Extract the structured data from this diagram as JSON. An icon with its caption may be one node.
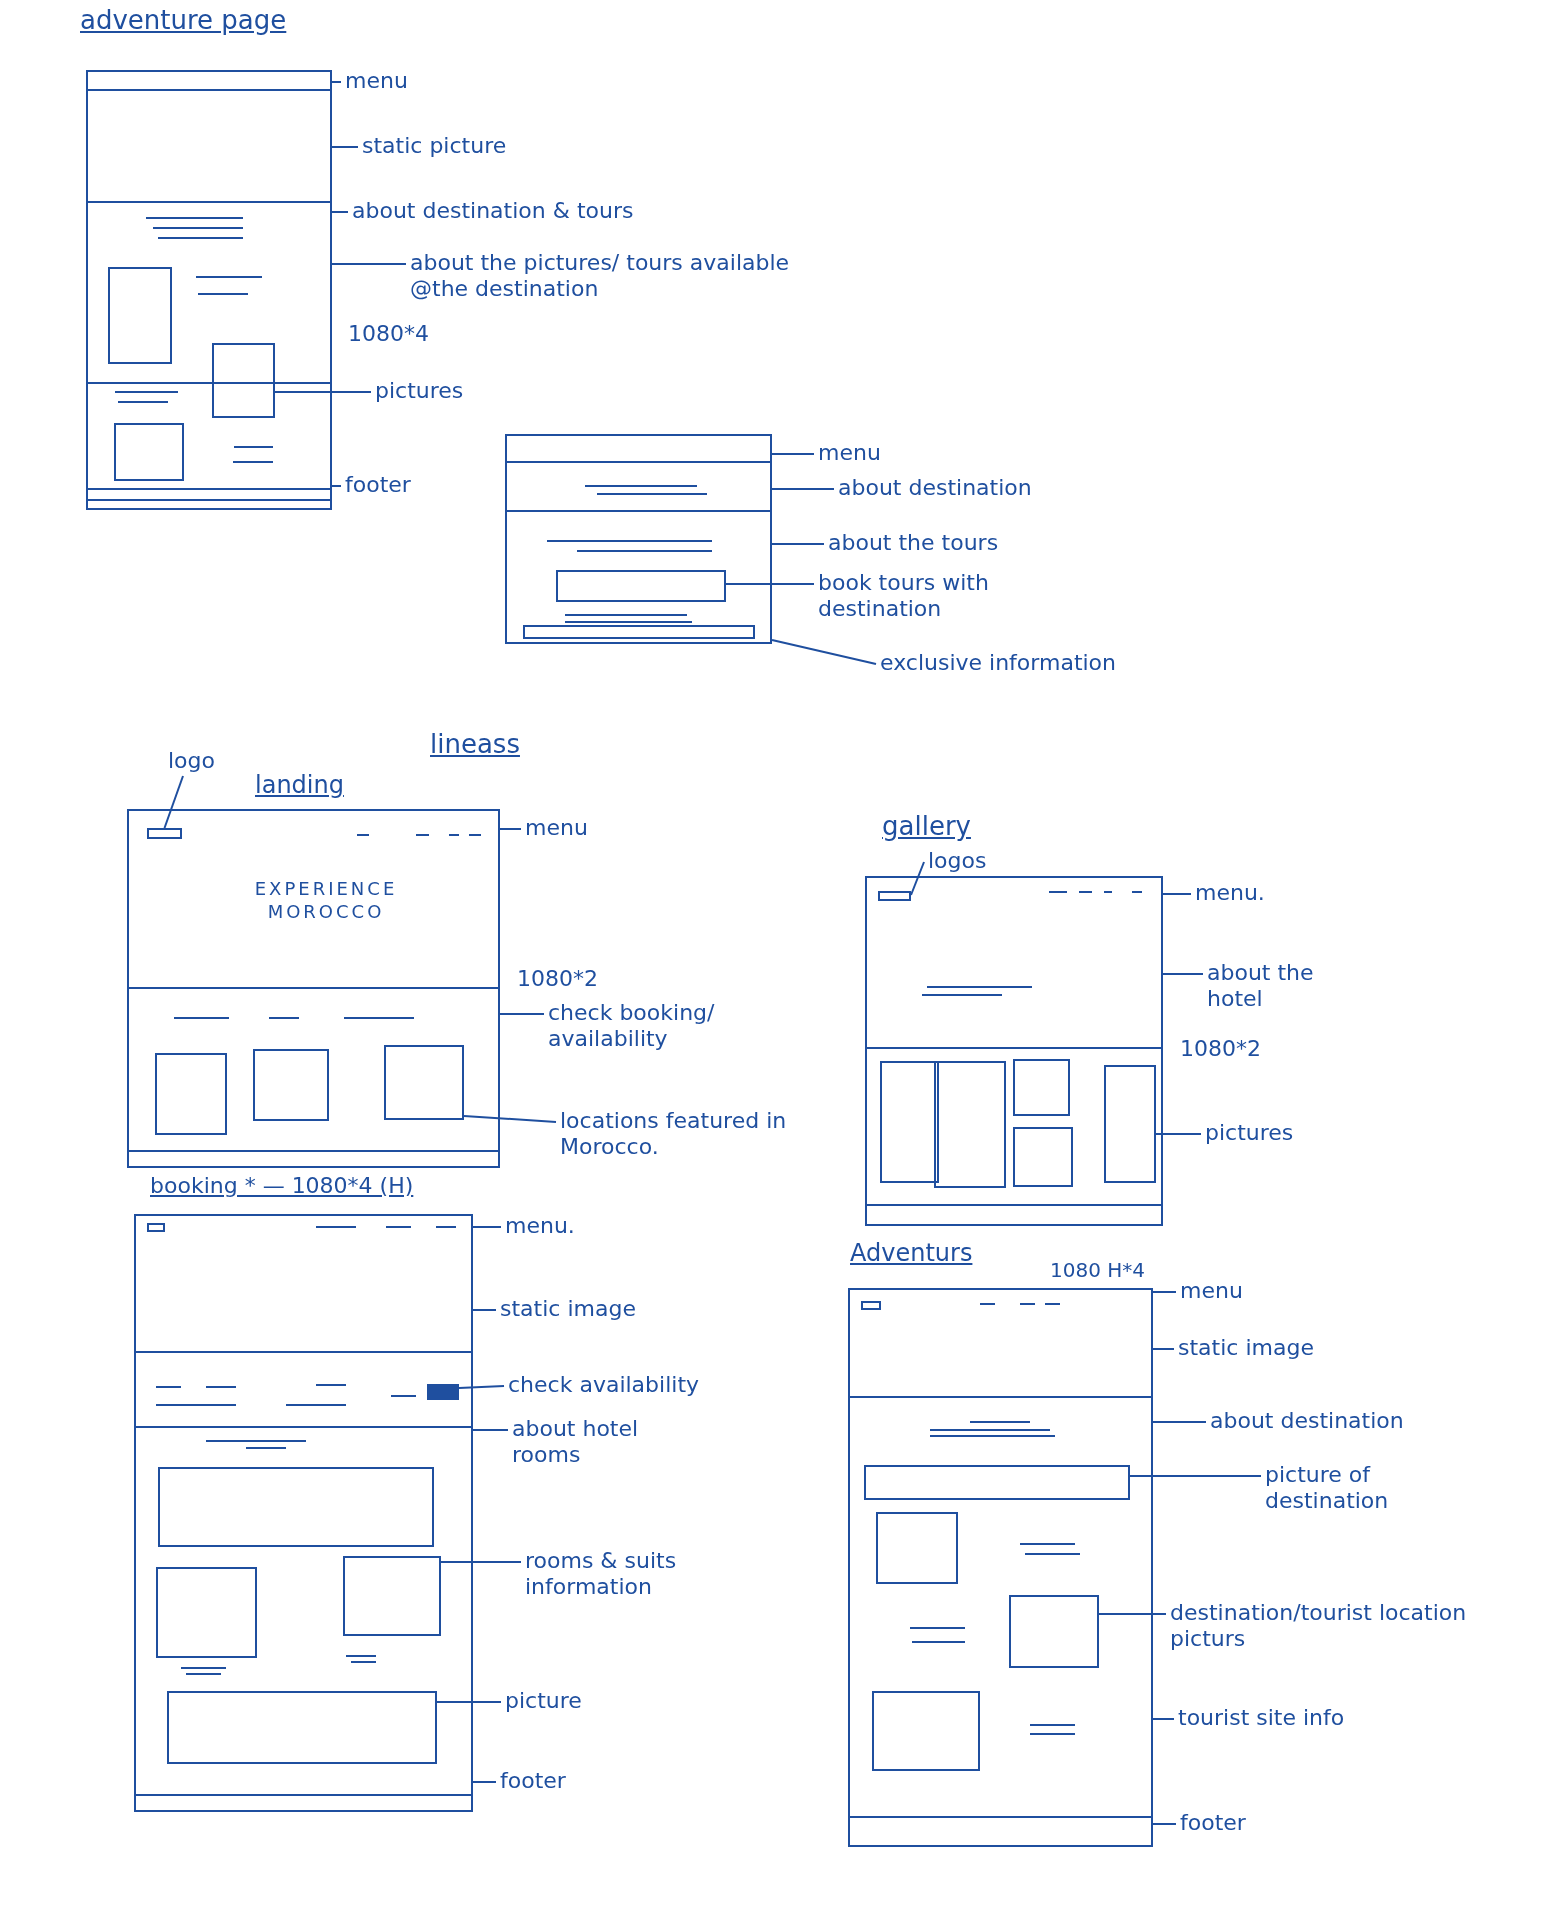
{
  "diagram": {
    "nodes": [
      {
        "text": [],
        "shape": "box"
      },
      {
        "text": [
          "menu"
        ]
      },
      {
        "text": [
          "static picture"
        ]
      },
      {
        "text": [
          "about destination & tours"
        ]
      },
      {
        "text": [
          "about the pictures/ tours available @the destination"
        ]
      },
      {
        "text": [],
        "shape": "box",
        "in": 0
      },
      {
        "text": [
          "pictures"
        ]
      },
      {
        "text": [
          "footer"
        ]
      },
      {
        "text": [],
        "shape": "box"
      },
      {
        "text": [],
        "shape": "box",
        "in": 8
      },
      {
        "text": [
          "menu"
        ]
      },
      {
        "text": [
          "about destination"
        ]
      },
      {
        "text": [
          "about the tours"
        ]
      },
      {
        "text": [
          "book tours with destination"
        ]
      },
      {
        "text": [
          "exclusive information"
        ]
      },
      {
        "text": [
          "logo"
        ]
      },
      {
        "text": [],
        "shape": "box"
      },
      {
        "text": [],
        "shape": "box",
        "in": 16
      },
      {
        "text": [],
        "shape": "box",
        "in": 16
      },
      {
        "text": [
          "menu"
        ]
      },
      {
        "text": [
          "check booking/ availability"
        ]
      },
      {
        "text": [
          "locations featured in Morocco."
        ]
      },
      {
        "text": [
          "logos"
        ]
      },
      {
        "text": [],
        "shape": "box"
      },
      {
        "text": [],
        "shape": "box",
        "in": 23
      },
      {
        "text": [],
        "shape": "box",
        "in": 23
      },
      {
        "text": [
          "menu."
        ]
      },
      {
        "text": [
          "about the hotel"
        ]
      },
      {
        "text": [
          "pictures"
        ]
      },
      {
        "text": [],
        "shape": "box"
      },
      {
        "text": [],
        "shape": "box",
        "in": 29
      },
      {
        "text": [],
        "shape": "box",
        "in": 29
      },
      {
        "text": [],
        "shape": "box",
        "in": 29
      },
      {
        "text": [
          "menu."
        ]
      },
      {
        "text": [
          "static image"
        ]
      },
      {
        "text": [
          "check availability"
        ]
      },
      {
        "text": [
          "about hotel rooms"
        ]
      },
      {
        "text": [
          "rooms & suits information"
        ]
      },
      {
        "text": [
          "picture"
        ]
      },
      {
        "text": [
          "footer"
        ]
      },
      {
        "text": [],
        "shape": "box"
      },
      {
        "text": [],
        "shape": "box",
        "in": 40
      },
      {
        "text": [],
        "shape": "box",
        "in": 40
      },
      {
        "text": [
          "menu"
        ]
      },
      {
        "text": [
          "static image"
        ]
      },
      {
        "text": [
          "about destination"
        ]
      },
      {
        "text": [
          "picture of destination"
        ]
      },
      {
        "text": [
          "destination/tourist location picturs"
        ]
      },
      {
        "text": [
          "tourist site info"
        ]
      },
      {
        "text": [
          "footer"
        ]
      }
    ],
    "edges": [
      {
        "from": 1,
        "to": 0,
        "arrow": "none"
      },
      {
        "from": 2,
        "to": 0,
        "arrow": "none"
      },
      {
        "from": 3,
        "to": 0,
        "arrow": "none"
      },
      {
        "from": 4,
        "to": 0,
        "arrow": "none"
      },
      {
        "from": 6,
        "to": 5,
        "arrow": "none"
      },
      {
        "from": 7,
        "to": 0,
        "arrow": "none"
      },
      {
        "from": 10,
        "to": 8,
        "arrow": "none"
      },
      {
        "from": 11,
        "to": 8,
        "arrow": "none"
      },
      {
        "from": 12,
        "to": 8,
        "arrow": "none"
      },
      {
        "from": 13,
        "to": 9,
        "arrow": "none"
      },
      {
        "from": 14,
        "to": 8,
        "arrow": "none"
      },
      {
        "from": 15,
        "to": 17,
        "arrow": "none"
      },
      {
        "from": 19,
        "to": 16,
        "arrow": "none"
      },
      {
        "from": 20,
        "to": 16,
        "arrow": "none"
      },
      {
        "from": 21,
        "to": 18,
        "arrow": "none"
      },
      {
        "from": 22,
        "to": 24,
        "arrow": "none"
      },
      {
        "from": 26,
        "to": 23,
        "arrow": "none"
      },
      {
        "from": 27,
        "to": 23,
        "arrow": "none"
      },
      {
        "from": 28,
        "to": 25,
        "arrow": "none"
      },
      {
        "from": 33,
        "to": 29,
        "arrow": "none"
      },
      {
        "from": 34,
        "to": 29,
        "arrow": "none"
      },
      {
        "from": 35,
        "to": 30,
        "arrow": "none"
      },
      {
        "from": 36,
        "to": 29,
        "arrow": "none"
      },
      {
        "from": 37,
        "to": 31,
        "arrow": "none"
      },
      {
        "from": 38,
        "to": 32,
        "arrow": "none"
      },
      {
        "from": 39,
        "to": 29,
        "arrow": "none"
      },
      {
        "from": 43,
        "to": 40,
        "arrow": "none"
      },
      {
        "from": 44,
        "to": 40,
        "arrow": "none"
      },
      {
        "from": 45,
        "to": 40,
        "arrow": "none"
      },
      {
        "from": 46,
        "to": 41,
        "arrow": "none"
      },
      {
        "from": 47,
        "to": 42,
        "arrow": "none"
      },
      {
        "from": 48,
        "to": 40,
        "arrow": "none"
      },
      {
        "from": 49,
        "to": 40,
        "arrow": "none"
      }
    ],
    "labels": [
      "adventure page",
      "1080*4",
      "lineass",
      "landing",
      "EXPERIENCE MOROCCO",
      "1080*2",
      "booking * — 1080*4 (H)",
      "gallery",
      "1080*2",
      "Adventurs",
      "1080 H*4"
    ]
  }
}
